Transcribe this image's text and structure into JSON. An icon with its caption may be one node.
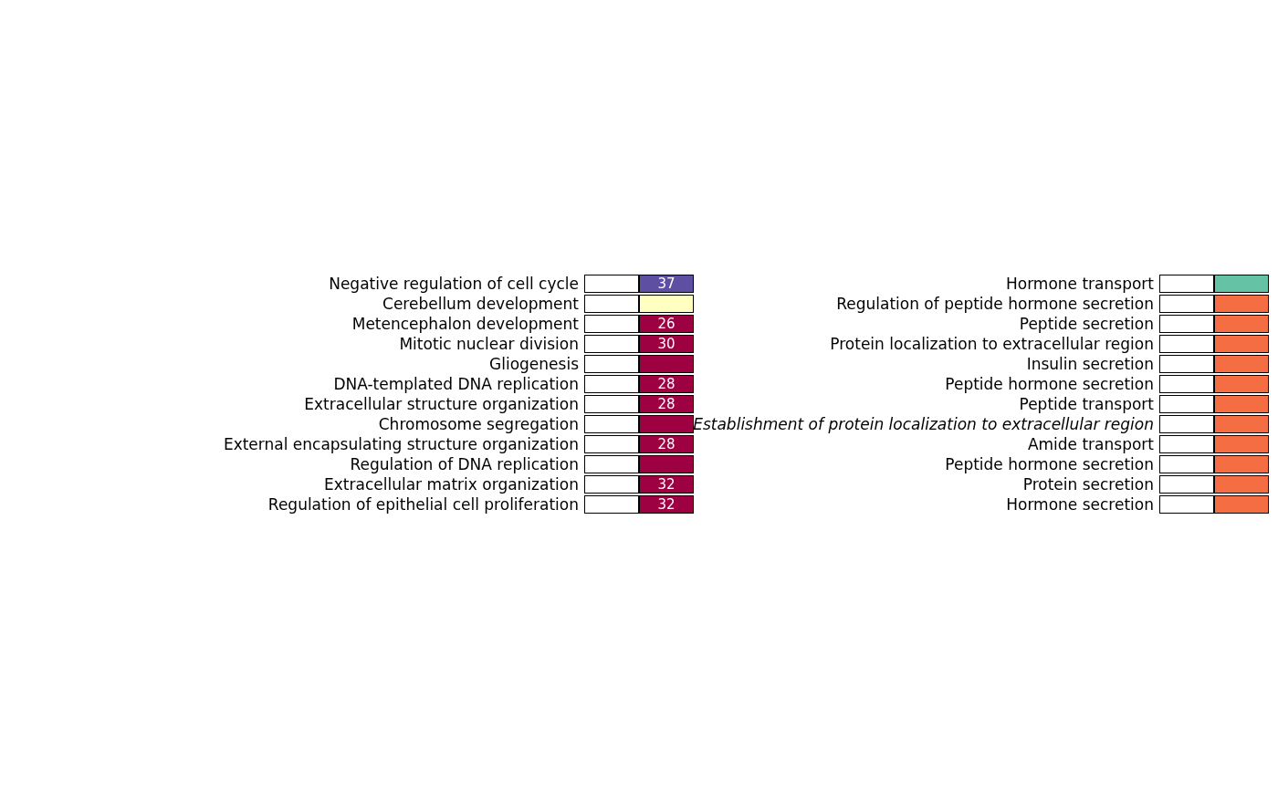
{
  "diagram": {
    "labels": [
      "Negative regulation of cell cycle",
      "37",
      "Cerebellum development",
      "Metencephalon development",
      "26",
      "Mitotic nuclear division",
      "30",
      "Gliogenesis",
      "DNA-templated DNA replication",
      "28",
      "Extracellular structure organization",
      "28",
      "Chromosome segregation",
      "External encapsulating structure organization",
      "28",
      "Regulation of DNA replication",
      "Extracellular matrix organization",
      "32",
      "Regulation of epithelial cell proliferation",
      "32",
      "Hormone transport",
      "Regulation of peptide hormone secretion",
      "Peptide secretion",
      "Protein localization to extracellular region",
      "Insulin secretion",
      "Peptide hormone secretion",
      "Peptide transport",
      "Establishment of protein localization to extracellular region",
      "Amide transport",
      "Peptide hormone secretion",
      "Protein secretion",
      "Hormone secretion"
    ]
  }
}
